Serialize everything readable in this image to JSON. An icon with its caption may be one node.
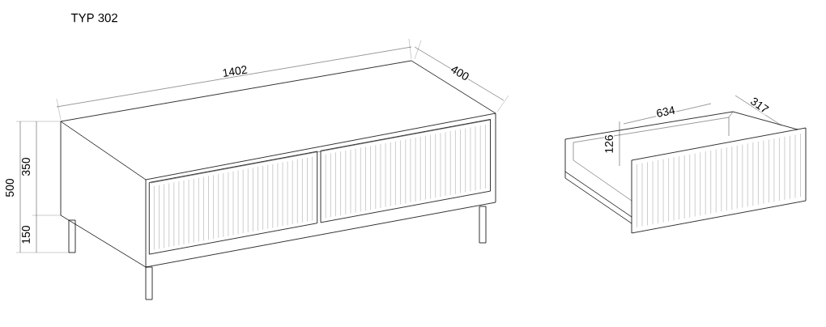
{
  "diagram": {
    "title": "TYP 302",
    "labels": [
      "1402",
      "400",
      "500",
      "350",
      "150",
      "126",
      "634",
      "317"
    ]
  }
}
